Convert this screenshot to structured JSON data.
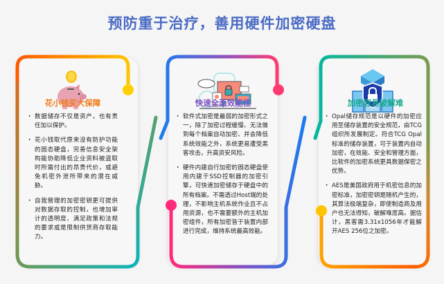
{
  "title": "预防重于治疗，善用硬件加密硬盘",
  "cards": [
    {
      "icon": "piggy-bank-icon",
      "title": "花小钱买大保障",
      "color": "#f07c1a",
      "bullets": [
        "数据储存不仅是资产，也有责任加以保护。",
        "花小钱取代原来没有防护功能的固态硬盘，完善信息安全架构能协助降低企业资料被盗取时所需付出的昂贵代价，或避免机密外泄所带来的潜在威胁。",
        "自我管理的加密密钥更可提供对数据存取的控制，也增加审计的透明度、满足政策和法规的要求或是限制供货商存取能力。"
      ]
    },
    {
      "icon": "computer-security-icon",
      "title": "快速全面效能佳",
      "color": "#7b4fc0",
      "bullets": [
        "软件式加密是最弱的加密形式之一，除了加密过程缓慢、无法做到每个档案自动加密、并会降低系统效能之外，系统更易遭受黑客攻击，升高资安风险。",
        "硬件内建自行加密的固态硬盘使用内建于SSD控制器的加密引擎，可快速加密储存于硬盘中的所有档案。不需透过Host端的处理，不影响主机系统作业且不占用资源，也不需要额外的主机加密组件，所有加密皆于装置内部进行完成，维持系统最高效能。"
      ]
    },
    {
      "icon": "shield-lock-icon",
      "title": "加密容易破解难",
      "color": "#1aa88f",
      "bullets": [
        "Opal储存规范是以硬件的加密应用至储存装置的安全规范，由TCG组织所发展制定。符合TCG Opal标准的储存装置，可于装置内自动加密，在效能、安全和管理方面，比软件的加密系统更具数据保密之优势。",
        "AES是美国政府用于机密信息的加密标准，加密密钥是随机产生的，其算法极端复杂，即使制造商及用户也无法得知，破解难度高。据估计，黑客需3.31x1056年才能解开AES 256位之加密。"
      ]
    }
  ]
}
